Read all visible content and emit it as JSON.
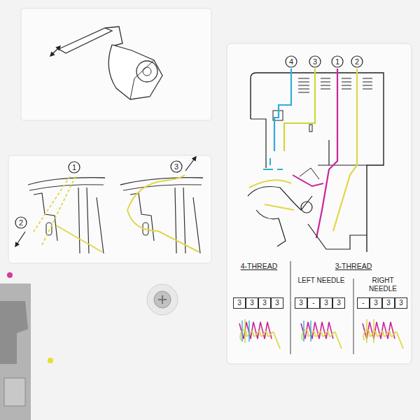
{
  "diagram": {
    "nodes": [
      {
        "text": [
          "1"
        ]
      },
      {
        "text": [
          "2"
        ]
      },
      {
        "text": [
          "3"
        ]
      },
      {
        "text": [
          "4"
        ]
      },
      {
        "text": [
          "3"
        ]
      },
      {
        "text": [
          "1"
        ]
      },
      {
        "text": [
          "2"
        ]
      },
      {
        "text": [
          "3"
        ]
      },
      {
        "text": [
          "3"
        ]
      },
      {
        "text": [
          "3"
        ]
      },
      {
        "text": [
          "3"
        ]
      },
      {
        "text": [
          "3"
        ]
      },
      {
        "text": [
          "-"
        ]
      },
      {
        "text": [
          "3"
        ]
      },
      {
        "text": [
          "3"
        ]
      },
      {
        "text": [
          "-"
        ]
      },
      {
        "text": [
          "3"
        ]
      },
      {
        "text": [
          "3"
        ]
      },
      {
        "text": [
          "3"
        ]
      }
    ],
    "labels": [
      "4-THREAD",
      "3-THREAD",
      "LEFT NEEDLE",
      "RIGHT NEEDLE"
    ]
  }
}
